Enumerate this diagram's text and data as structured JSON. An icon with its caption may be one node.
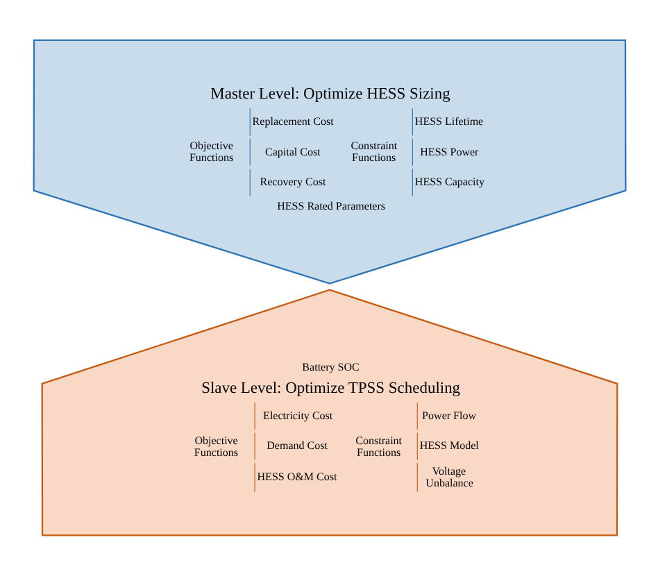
{
  "diagram": {
    "nodes": [
      {
        "text": [
          "Master Level: Optimize HESS Sizing",
          "Objective Functions",
          "Replacement Cost",
          "Capital Cost",
          "Recovery Cost",
          "Constraint Functions",
          "HESS Lifetime",
          "HESS Power",
          "HESS Capacity",
          "HESS Rated Parameters"
        ]
      },
      {
        "text": [
          "Slave Level: Optimize TPSS Scheduling",
          "Objective Functions",
          "Electricity Cost",
          "Demand Cost",
          "HESS O&M Cost",
          "Constraint Functions",
          "Power Flow",
          "HESS Model",
          "Voltage Unbalance",
          "Battery SOC"
        ]
      }
    ],
    "edges": []
  }
}
